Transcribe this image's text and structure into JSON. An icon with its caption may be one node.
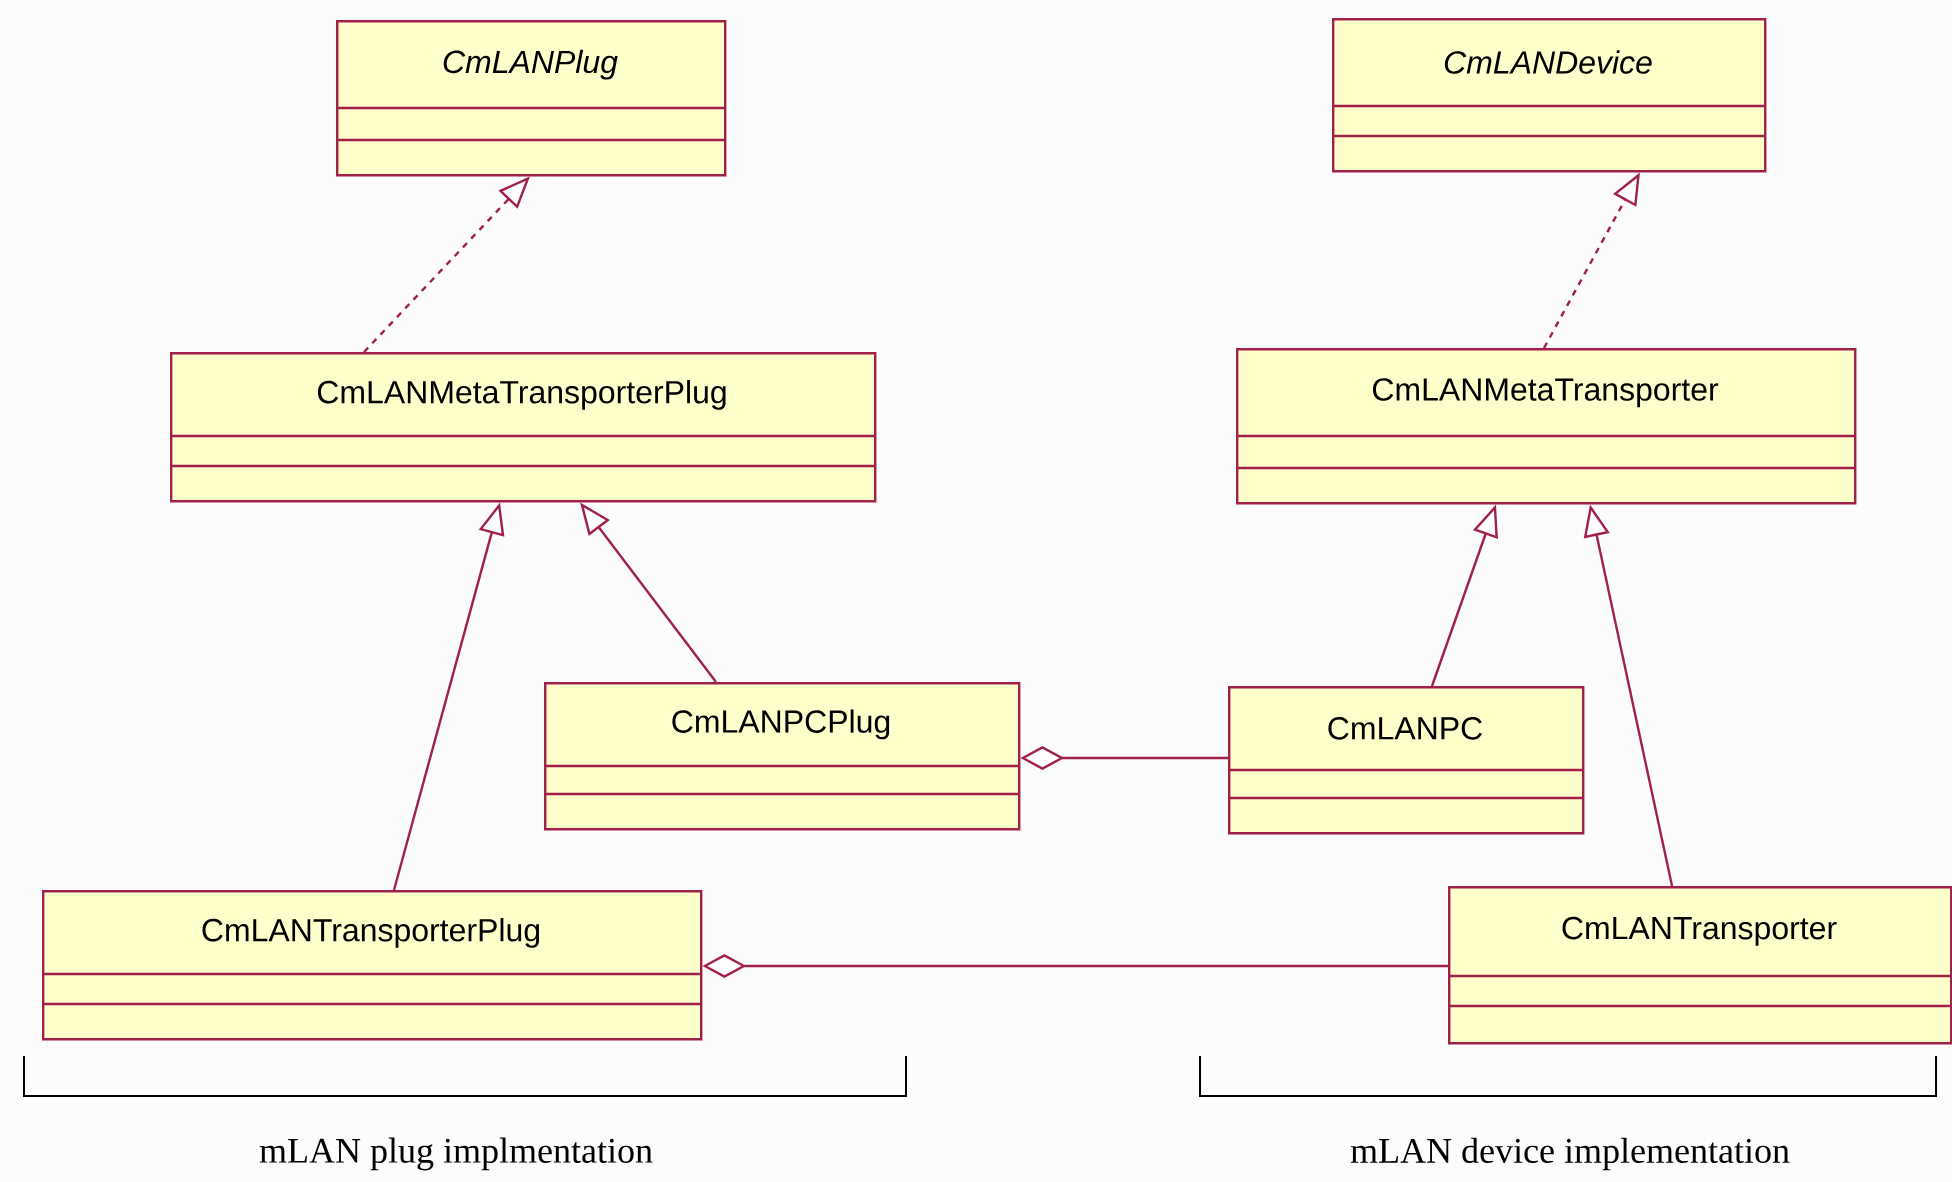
{
  "diagram": {
    "nodes": [
      {
        "text": [
          "CmLANPlug"
        ]
      },
      {
        "text": [
          "CmLANDevice"
        ]
      },
      {
        "text": [
          "CmLANMetaTransporterPlug"
        ]
      },
      {
        "text": [
          "CmLANMetaTransporter"
        ]
      },
      {
        "text": [
          "CmLANPCPlug"
        ]
      },
      {
        "text": [
          "CmLANPC"
        ]
      },
      {
        "text": [
          "CmLANTransporterPlug"
        ]
      },
      {
        "text": [
          "CmLANTransporter"
        ]
      }
    ],
    "edges": [
      {
        "from": 2,
        "to": 0,
        "arrow": "to",
        "style": "dashed"
      },
      {
        "from": 3,
        "to": 1,
        "arrow": "to",
        "style": "dashed"
      },
      {
        "from": 6,
        "to": 2,
        "arrow": "to"
      },
      {
        "from": 4,
        "to": 2,
        "arrow": "to"
      },
      {
        "from": 5,
        "to": 3,
        "arrow": "to"
      },
      {
        "from": 7,
        "to": 3,
        "arrow": "to"
      },
      {
        "from": 5,
        "to": 4,
        "arrow": "other"
      },
      {
        "from": 7,
        "to": 6,
        "arrow": "other"
      }
    ],
    "labels": [
      "mLAN plug implmentation",
      "mLAN device implementation"
    ]
  }
}
